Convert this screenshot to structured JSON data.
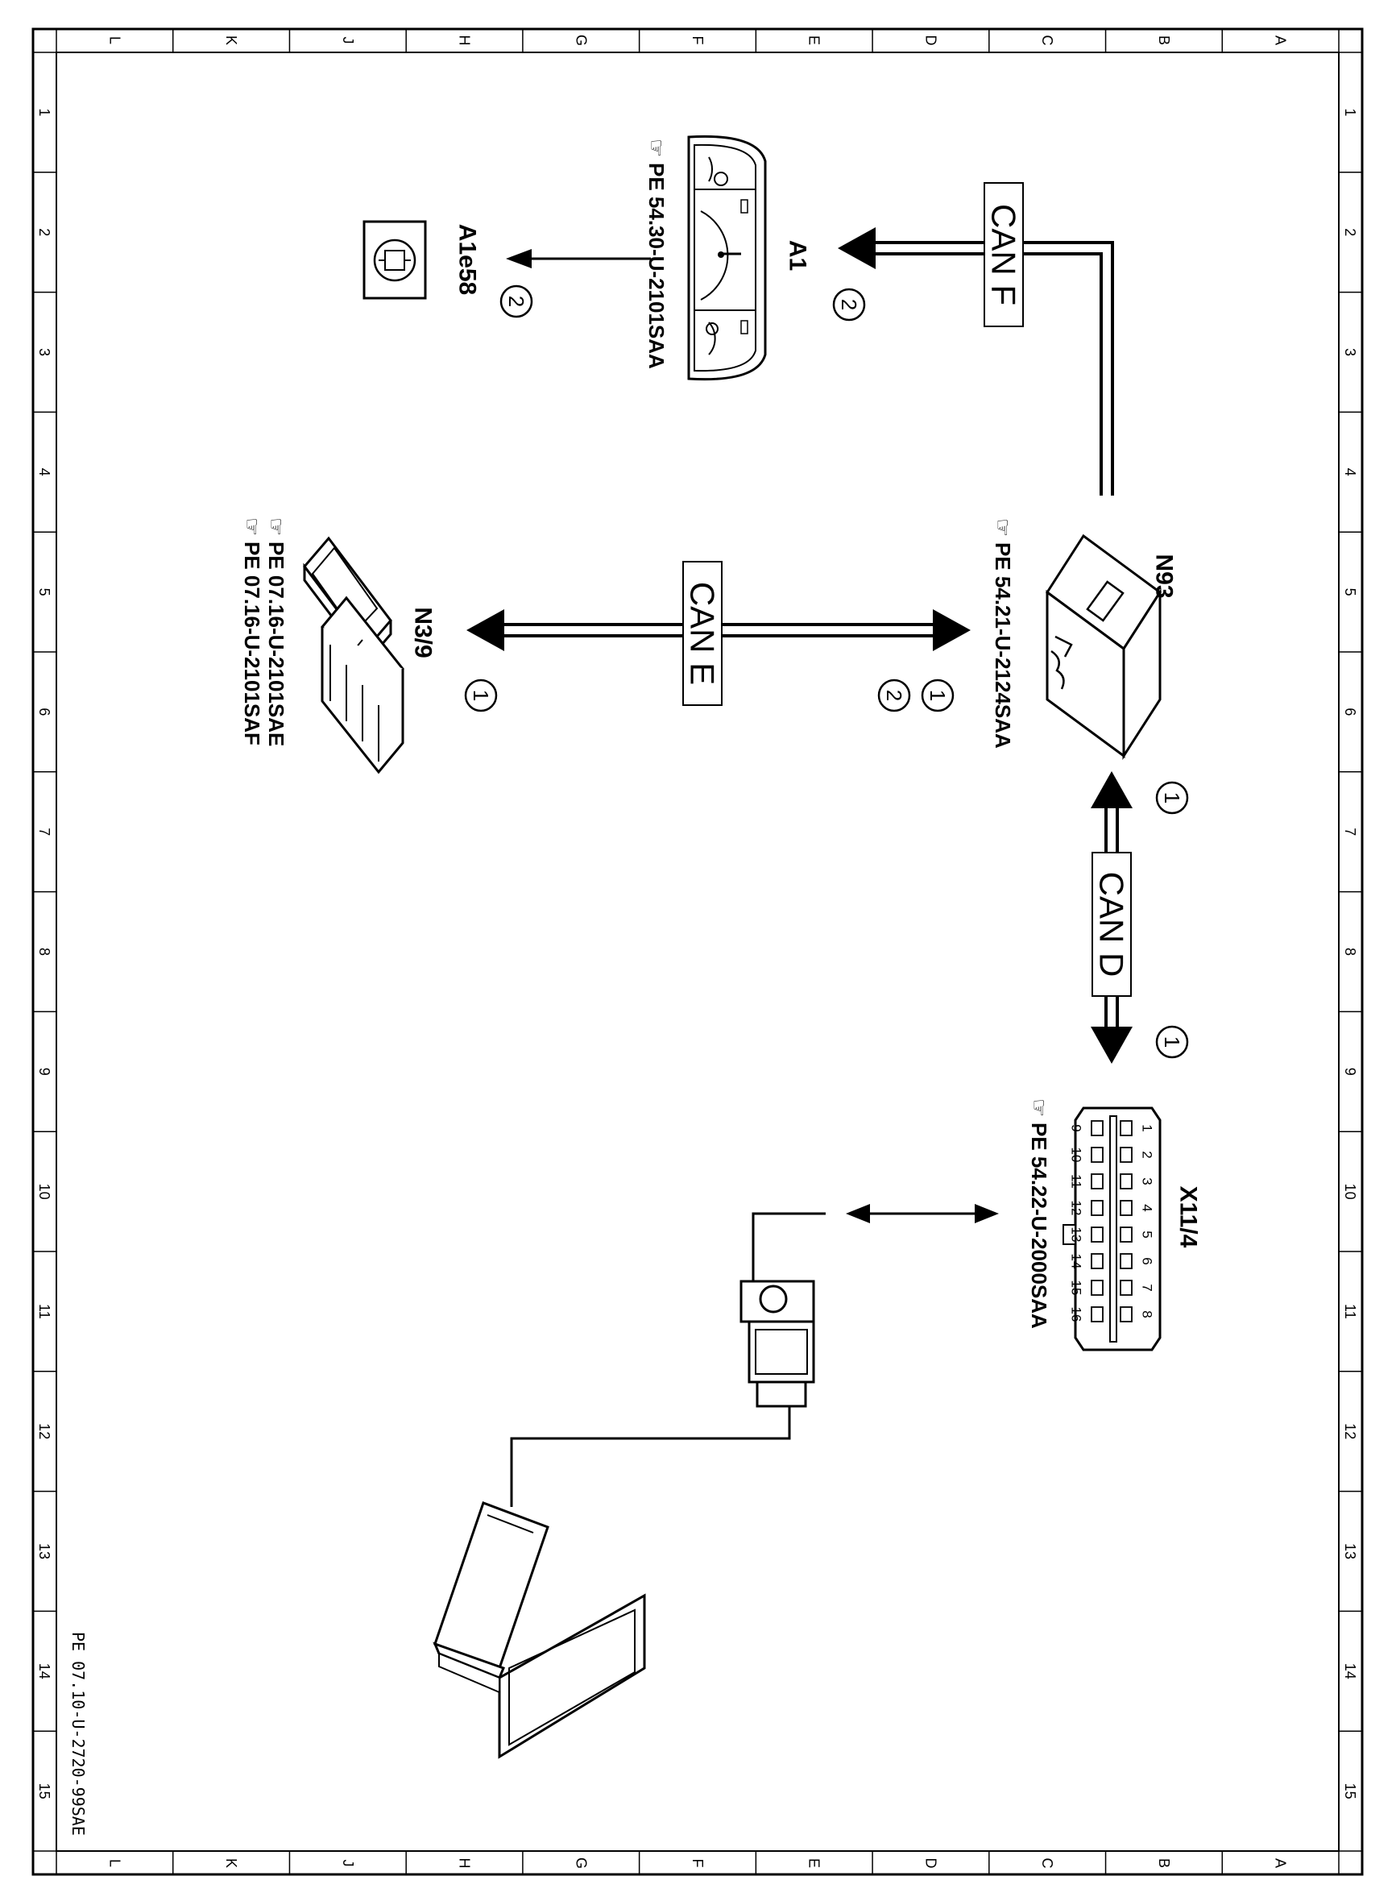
{
  "grid": {
    "row_letters": [
      "A",
      "B",
      "C",
      "D",
      "E",
      "F",
      "G",
      "H",
      "J",
      "K",
      "L"
    ],
    "col_numbers": [
      "1",
      "2",
      "3",
      "4",
      "5",
      "6",
      "7",
      "8",
      "9",
      "10",
      "11",
      "12",
      "13",
      "14",
      "15"
    ]
  },
  "drawing_id": "PE 07.10-U-2720-99SAE",
  "buses": {
    "can_f": "CAN F",
    "can_e": "CAN E",
    "can_d": "CAN D"
  },
  "components": {
    "a1": {
      "label": "A1",
      "ref": "PE 54.30-U-2101SAA"
    },
    "a1e58": {
      "label": "A1e58"
    },
    "n93": {
      "label": "N93",
      "ref": "PE 54.21-U-2124SAA"
    },
    "n3_9": {
      "label": "N3/9",
      "ref1": "PE 07.16-U-2101SAE",
      "ref2": "PE 07.16-U-2101SAF"
    },
    "x11_4": {
      "label": "X11/4",
      "ref": "PE 54.22-U-2000SAA",
      "pins_top": [
        "1",
        "2",
        "3",
        "4",
        "5",
        "6",
        "7",
        "8"
      ],
      "pins_bottom": [
        "9",
        "10",
        "11",
        "12",
        "13",
        "14",
        "15",
        "16"
      ]
    }
  },
  "markers": {
    "m1": "1",
    "m2": "2"
  }
}
